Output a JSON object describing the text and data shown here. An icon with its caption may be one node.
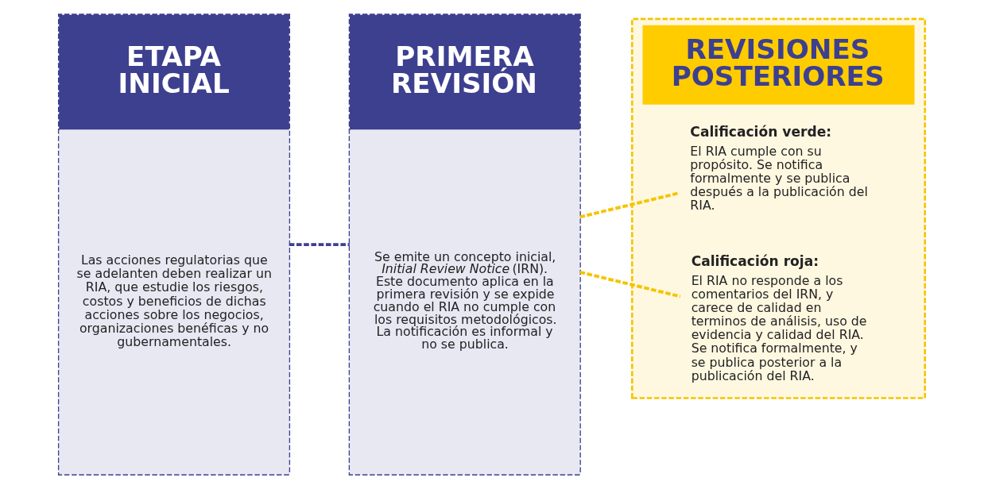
{
  "diagram": {
    "nodes": [
      {
        "text": [
          "ETAPA INICIAL",
          "Las acciones regulatorias que se adelanten deben realizar un RIA, que estudie los riesgos, costos y beneficios de dichas acciones sobre los negocios, organizaciones benéficas y no gubernamentales."
        ]
      },
      {
        "text": [
          "PRIMERA REVISIÓN",
          "Se emite un concepto inicial, *Initial Review Notice* (IRN). Este documento aplica en la primera revisión y se expide cuando el RIA no cumple con los requisitos metodológicos. La notificación es informal y no se publica."
        ]
      },
      {
        "text": [
          "REVISIONES POSTERIORES"
        ]
      },
      {
        "text": [
          "Calificación verde:",
          "El RIA cumple con su propósito. Se notifica formalmente y se publica después a la publicación del RIA."
        ],
        "in": 2
      },
      {
        "text": [
          "Calificación roja:",
          "El RIA no responde a los comentarios del IRN, y carece de calidad en terminos de análisis, uso de evidencia y calidad del RIA. Se notifica formalmente, y se publica posterior a la publicación del RIA."
        ],
        "in": 2
      }
    ],
    "edges": [
      {
        "from": 0,
        "to": 1,
        "arrow": "none",
        "style": "dashed",
        "color": "#3d3f8f"
      },
      {
        "from": 1,
        "to": 3,
        "arrow": "none",
        "style": "dashed",
        "color": "#f5c400"
      },
      {
        "from": 1,
        "to": 4,
        "arrow": "none",
        "style": "dashed",
        "color": "#f5c400"
      }
    ]
  }
}
